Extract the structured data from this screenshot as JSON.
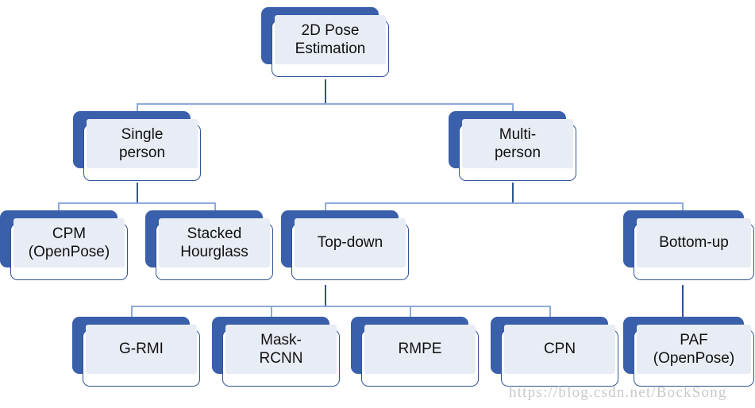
{
  "diagram": {
    "title": "2D Pose Estimation",
    "type": "tree-hierarchy",
    "colors": {
      "node_shadow": "#3A5FAB",
      "node_fill": "#E8ECF4",
      "node_border": "#2F5496",
      "connector": "#2F5496",
      "connector_light": "#8EA9DB",
      "text": "#111111",
      "background": "#FFFFFF",
      "watermark": "#C9C9C9"
    },
    "nodes": [
      {
        "id": "root",
        "label": "2D Pose\nEstimation",
        "level": 0
      },
      {
        "id": "single",
        "label": "Single\nperson",
        "level": 1
      },
      {
        "id": "multi",
        "label": "Multi-\nperson",
        "level": 1
      },
      {
        "id": "cpm",
        "label": "CPM\n(OpenPose)",
        "level": 2
      },
      {
        "id": "hourglass",
        "label": "Stacked\nHourglass",
        "level": 2
      },
      {
        "id": "topdown",
        "label": "Top-down",
        "level": 2
      },
      {
        "id": "bottomup",
        "label": "Bottom-up",
        "level": 2
      },
      {
        "id": "grmi",
        "label": "G-RMI",
        "level": 3
      },
      {
        "id": "maskrcnn",
        "label": "Mask-\nRCNN",
        "level": 3
      },
      {
        "id": "rmpe",
        "label": "RMPE",
        "level": 3
      },
      {
        "id": "cpn",
        "label": "CPN",
        "level": 3
      },
      {
        "id": "paf",
        "label": "PAF\n(OpenPose)",
        "level": 3
      }
    ],
    "edges": [
      {
        "from": "root",
        "to": "single"
      },
      {
        "from": "root",
        "to": "multi"
      },
      {
        "from": "single",
        "to": "cpm"
      },
      {
        "from": "single",
        "to": "hourglass"
      },
      {
        "from": "multi",
        "to": "topdown"
      },
      {
        "from": "multi",
        "to": "bottomup"
      },
      {
        "from": "topdown",
        "to": "grmi"
      },
      {
        "from": "topdown",
        "to": "maskrcnn"
      },
      {
        "from": "topdown",
        "to": "rmpe"
      },
      {
        "from": "topdown",
        "to": "cpn"
      },
      {
        "from": "bottomup",
        "to": "paf"
      }
    ]
  },
  "watermark": {
    "text": "https://blog.csdn.net/BockSong"
  }
}
